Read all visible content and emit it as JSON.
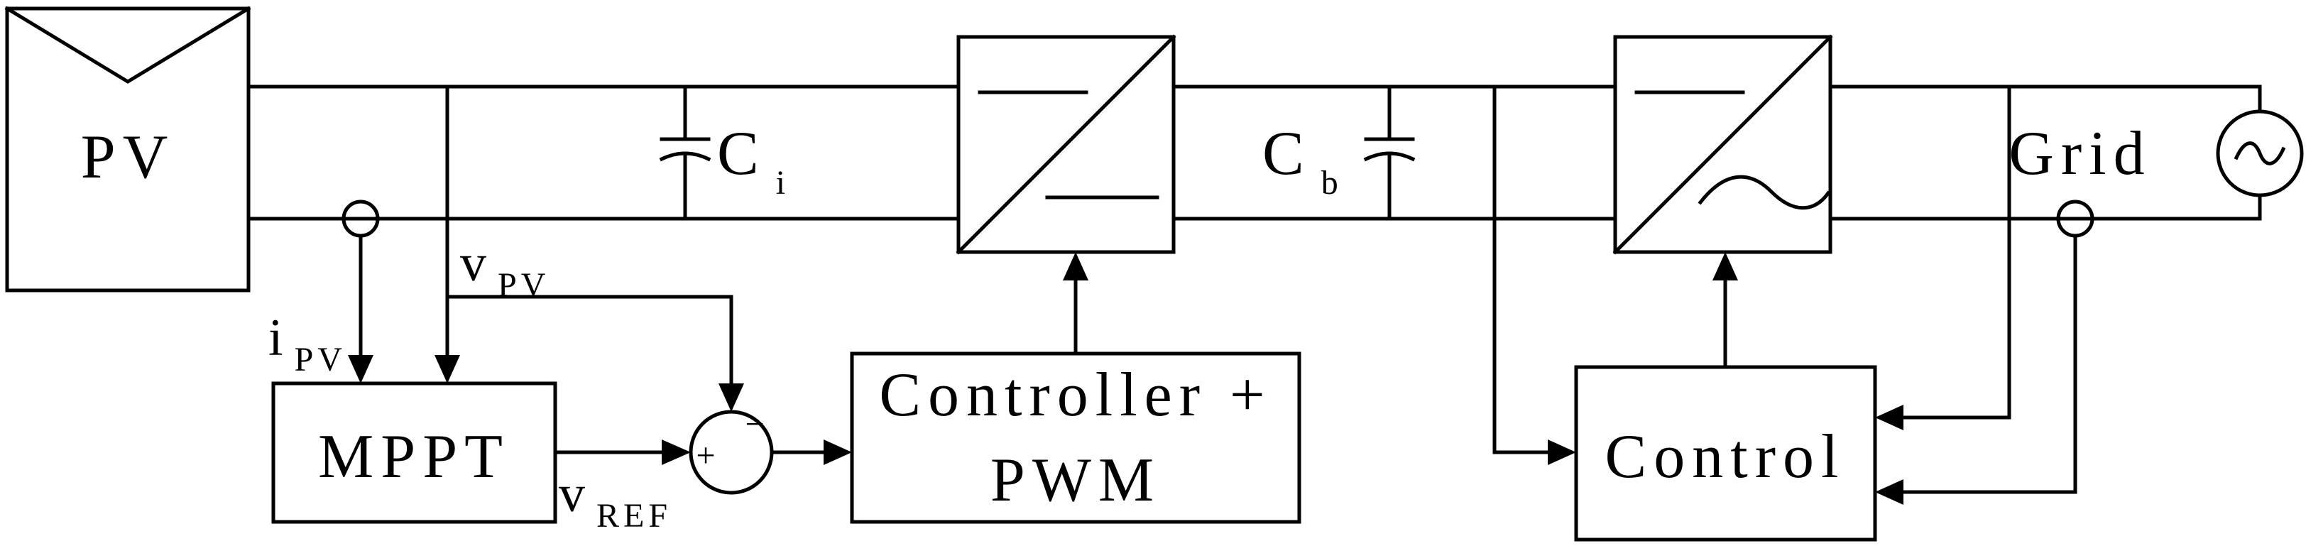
{
  "pv": {
    "label": "PV"
  },
  "capacitor_in": {
    "main": "C",
    "sub": "i"
  },
  "capacitor_bus": {
    "main": "C",
    "sub": "b"
  },
  "grid": {
    "label": "Grid"
  },
  "mppt": {
    "label": "MPPT"
  },
  "controller_pwm": {
    "line1": "Controller +",
    "line2": "PWM"
  },
  "control": {
    "label": "Control"
  },
  "signals": {
    "i_pv": {
      "main": "i",
      "sub": "PV"
    },
    "v_pv": {
      "main": "v",
      "sub": "PV"
    },
    "v_ref": {
      "main": "v",
      "sub": "REF"
    }
  },
  "summing_junction": {
    "plus": "+",
    "minus": "−"
  }
}
